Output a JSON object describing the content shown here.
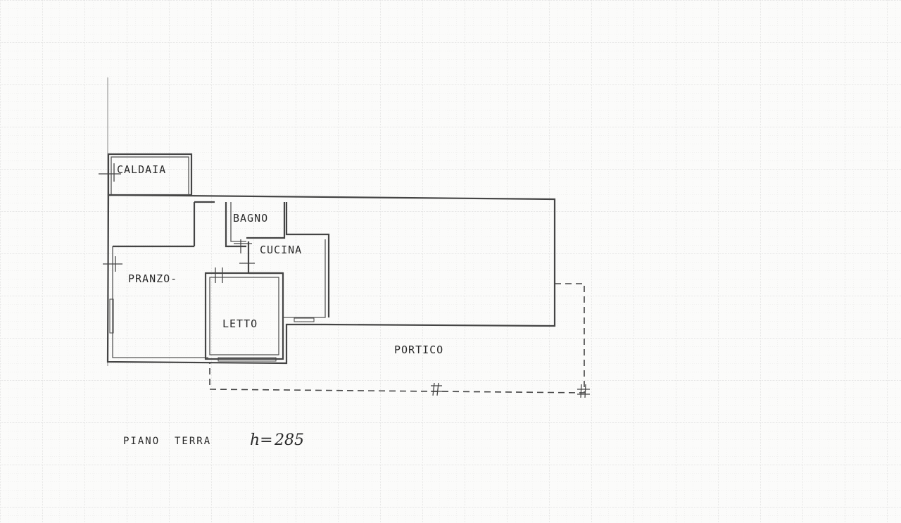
{
  "plan": {
    "rooms": {
      "caldaia": "CALDAIA",
      "bagno": "BAGNO",
      "cucina": "CUCINA",
      "pranzo": "PRANZO-",
      "letto": "LETTO",
      "portico": "PORTICO"
    },
    "caption": {
      "floor_name": "PIANO  TERRA",
      "height_prefix": "h=",
      "height_value": "285"
    },
    "colors": {
      "line": "#444444",
      "paper": "#fbfbfa",
      "grid": "#c9c9c9"
    }
  }
}
